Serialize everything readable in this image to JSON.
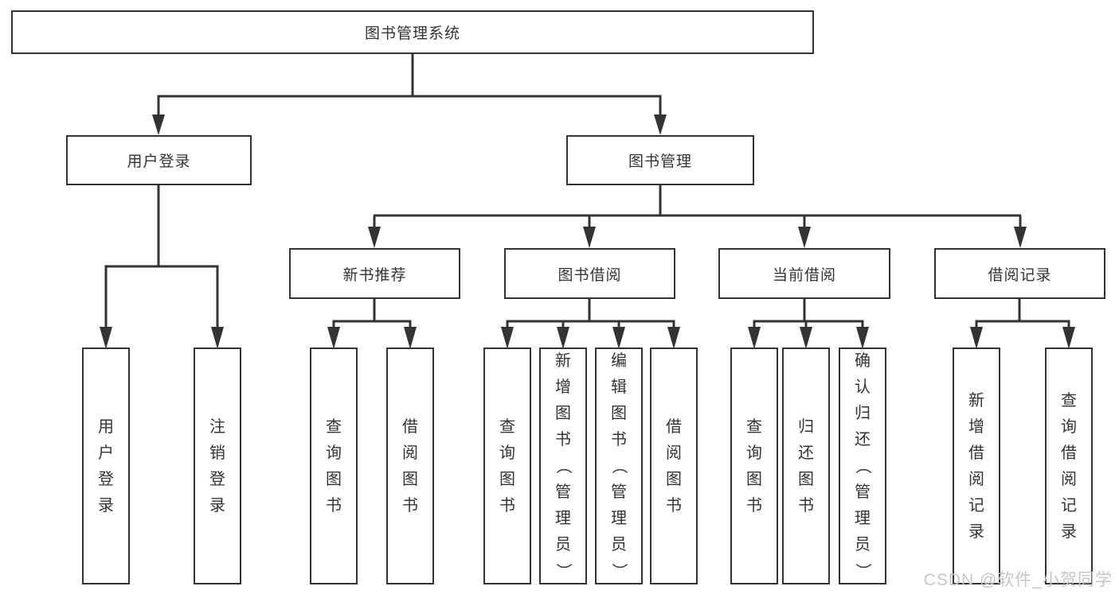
{
  "diagram": {
    "type": "hierarchy-tree",
    "title": "图书管理系统"
  },
  "nodes": {
    "root": "图书管理系统",
    "level2": {
      "user_login": "用户登录",
      "book_mgmt": "图书管理"
    },
    "level3": {
      "new_book_rec": "新书推荐",
      "book_borrow": "图书借阅",
      "current_borrow": "当前借阅",
      "borrow_record": "借阅记录"
    },
    "leaf": {
      "user_login": "用户登录",
      "logout": "注销登录",
      "rec_query": "查询图书",
      "rec_borrow": "借阅图书",
      "bb_query": "查询图书",
      "bb_add": "新增图书（管理员）",
      "bb_edit": "编辑图书（管理员）",
      "bb_borrow": "借阅图书",
      "cb_query": "查询图书",
      "cb_return": "归还图书",
      "cb_confirm": "确认归还（管理员）",
      "br_add": "新增借阅记录",
      "br_query": "查询借阅记录"
    }
  },
  "structure": {
    "图书管理系统": [
      "用户登录",
      "图书管理"
    ],
    "用户登录": [
      "用户登录",
      "注销登录"
    ],
    "图书管理": [
      "新书推荐",
      "图书借阅",
      "当前借阅",
      "借阅记录"
    ],
    "新书推荐": [
      "查询图书",
      "借阅图书"
    ],
    "图书借阅": [
      "查询图书",
      "新增图书（管理员）",
      "编辑图书（管理员）",
      "借阅图书"
    ],
    "当前借阅": [
      "查询图书",
      "归还图书",
      "确认归还（管理员）"
    ],
    "借阅记录": [
      "新增借阅记录",
      "查询借阅记录"
    ]
  },
  "watermark": "CSDN @软件_小贺同学",
  "colors": {
    "line": "#333333",
    "text": "#333333",
    "box_background": "#ffffff",
    "page_background": "#ffffff",
    "watermark": "#c6c6c6"
  }
}
